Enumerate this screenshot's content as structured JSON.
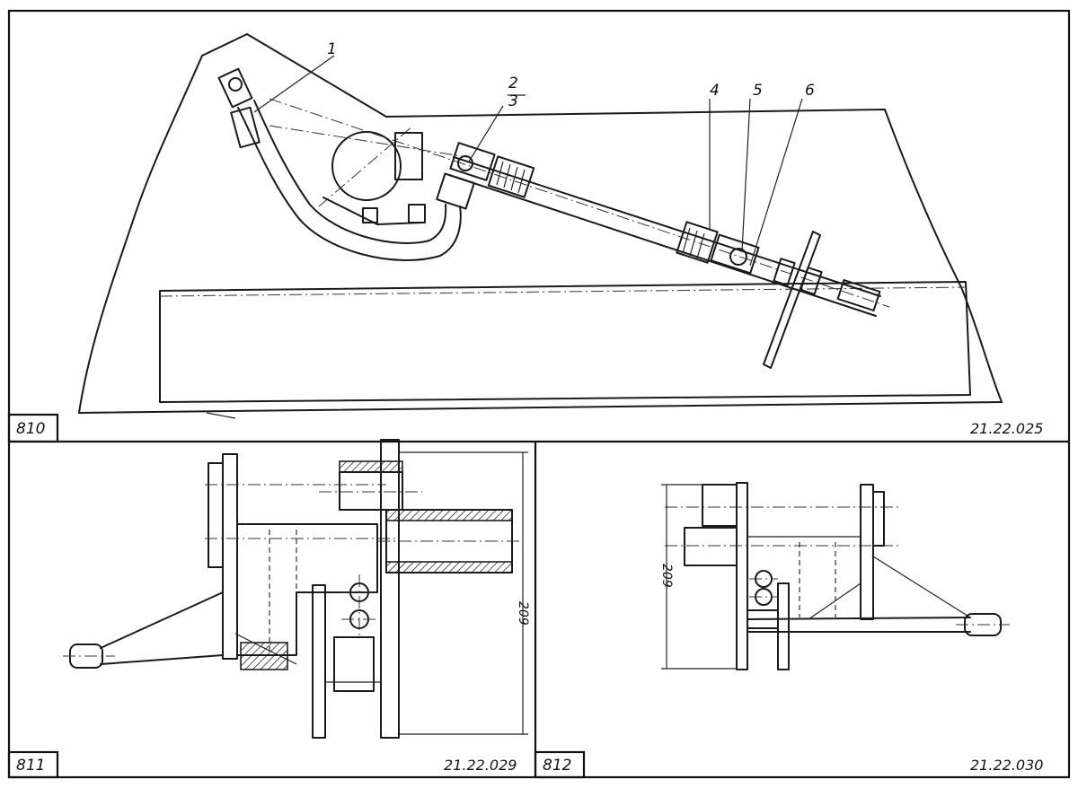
{
  "panels": [
    {
      "number": "810",
      "code": "21.22.025",
      "callouts": [
        "1",
        "2",
        "3",
        "4",
        "5",
        "6"
      ]
    },
    {
      "number": "811",
      "code": "21.22.029",
      "dimension": "209"
    },
    {
      "number": "812",
      "code": "21.22.030",
      "dimension": "209"
    }
  ]
}
